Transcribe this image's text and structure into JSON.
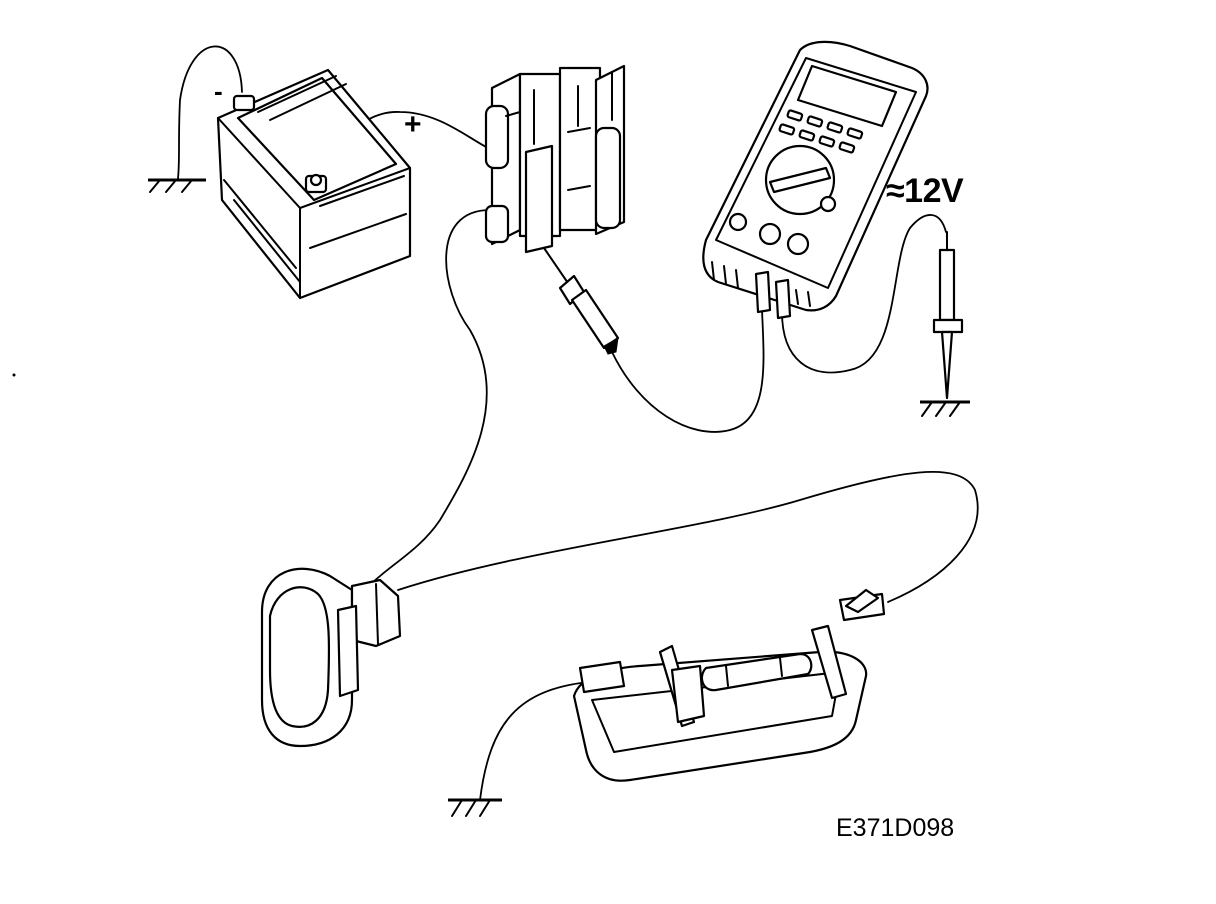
{
  "diagram": {
    "labels": {
      "battery_negative": "-",
      "battery_positive": "+",
      "measured_voltage": "≈12V",
      "figure_code": "E371D098"
    },
    "components": [
      "ground-symbol",
      "battery",
      "relay-block",
      "test-probe",
      "multimeter",
      "probe-to-ground",
      "door-switch",
      "courtesy-lamp"
    ]
  }
}
